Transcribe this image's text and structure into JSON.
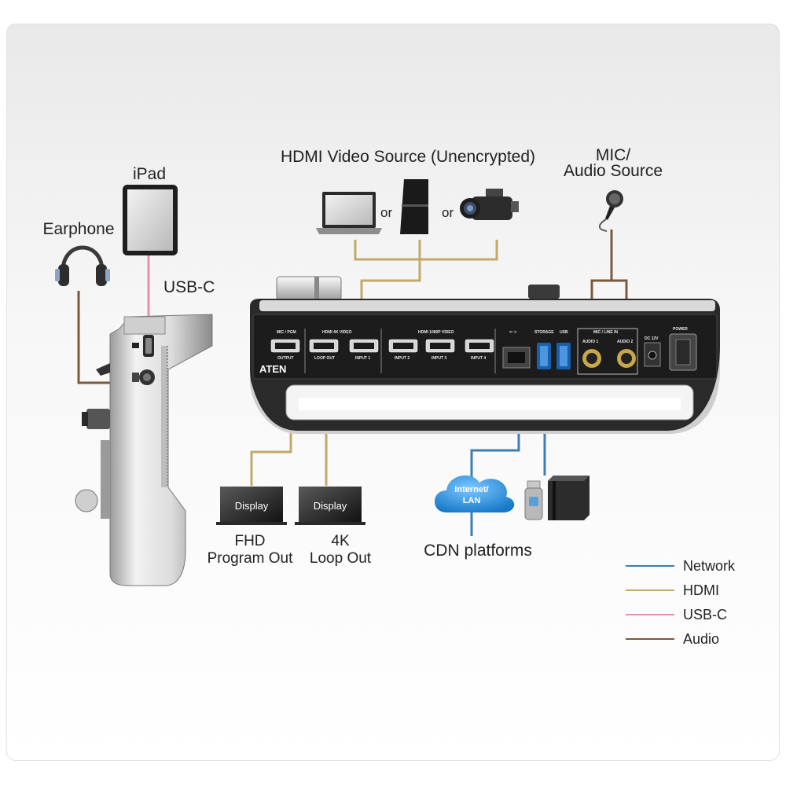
{
  "labels": {
    "hdmi_source": "HDMI Video Source (Unencrypted)",
    "mic_line1": "MIC/",
    "mic_line2": "Audio Source",
    "ipad": "iPad",
    "earphone": "Earphone",
    "usbc": "USB-C",
    "or1": "or",
    "or2": "or",
    "display1": "Display",
    "display2": "Display",
    "fhd_line1": "FHD",
    "fhd_line2": "Program Out",
    "k4_line1": "4K",
    "k4_line2": "Loop Out",
    "internet_line1": "Internet/",
    "internet_line2": "LAN",
    "cdn": "CDN platforms",
    "brand": "ATEN"
  },
  "panel_labels": {
    "mic_pgm": "MIC / PGM",
    "output": "OUTPUT",
    "hdmi_4k_video": "HDMI 4K VIDEO",
    "loop_out": "LOOP OUT",
    "input1": "INPUT 1",
    "hdmi_1080p_video": "HDMI 1080P VIDEO",
    "input2": "INPUT 2",
    "input3": "INPUT 3",
    "input4": "INPUT 4",
    "lan_symbol": "<··>",
    "storage": "STORAGE",
    "usb": "USB",
    "mic_line_in": "MIC / LINE IN",
    "audio1": "AUDIO 1",
    "audio2": "AUDIO 2",
    "dc": "DC 12V",
    "power": "POWER"
  },
  "legend": [
    {
      "label": "Network",
      "color": "#3d7fb3"
    },
    {
      "label": "HDMI",
      "color": "#c2a96a"
    },
    {
      "label": "USB-C",
      "color": "#e58fb5"
    },
    {
      "label": "Audio",
      "color": "#7a5a3e"
    }
  ],
  "colors": {
    "network": "#3d7fb3",
    "hdmi": "#c2a96a",
    "usbc": "#e58fb5",
    "audio": "#7a5a3e",
    "cloud": "#2a8fd6",
    "port_gold": "#c9a64a"
  }
}
